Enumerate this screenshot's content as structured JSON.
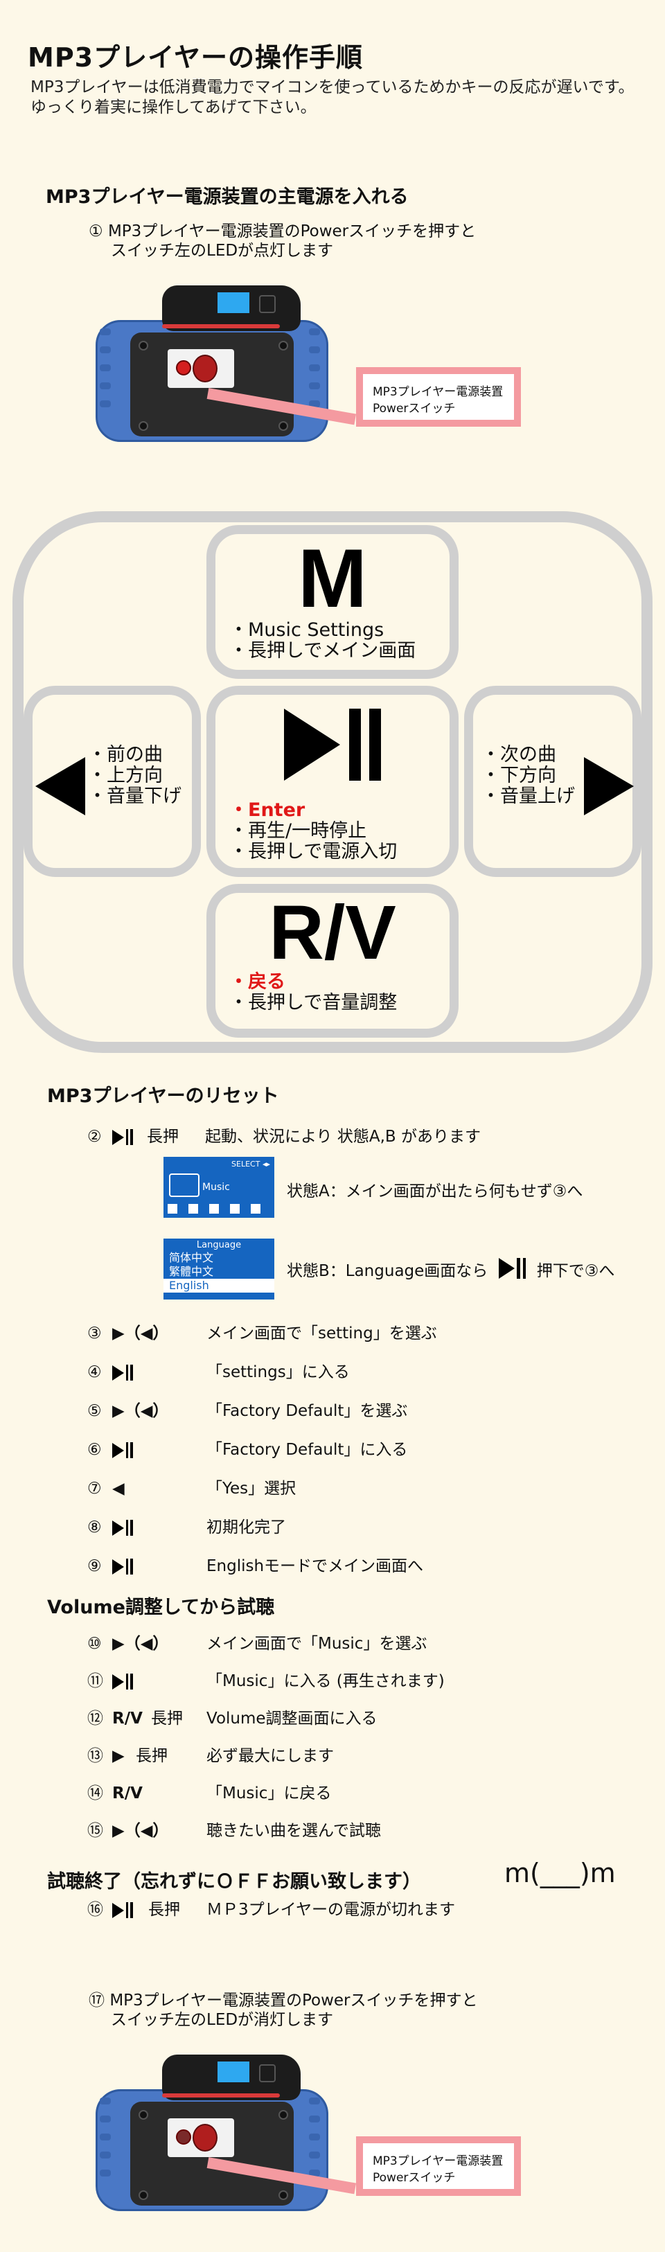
{
  "title": "MP3プレイヤーの操作手順",
  "intro": "MP3プレイヤーは低消費電力でマイコンを使っているためかキーの反応が遅いです。ゆっくり着実に操作してあげて下さい。",
  "section_power": {
    "heading": "MP3プレイヤー電源装置の主電源を入れる",
    "step_num": "①",
    "step_text_1": "MP3プレイヤー電源装置のPowerスイッチを押すと",
    "step_text_2": "スイッチ左のLEDが点灯します",
    "callout_1": "MP3プレイヤー電源装置",
    "callout_2": "Powerスイッチ"
  },
  "controller": {
    "m_letter": "M",
    "m_line1": "・Music Settings",
    "m_line2": "・長押しでメイン画面",
    "left_line1": "・前の曲",
    "left_line2": "・上方向",
    "left_line3": "・音量下げ",
    "center_enter": "・Enter",
    "center_line2": "・再生/一時停止",
    "center_line3": "・長押しで電源入切",
    "right_line1": "・次の曲",
    "right_line2": "・下方向",
    "right_line3": "・音量上げ",
    "rv_letter": "R/V",
    "rv_back": "・戻る",
    "rv_line2": "・長押しで音量調整"
  },
  "reset": {
    "heading": "MP3プレイヤーのリセット",
    "step2_num": "②",
    "step2_hold": "長押",
    "step2_text": "起動、状況により 状態A,B があります",
    "lcd_a_top": "SELECT ◂▸",
    "lcd_a_label": "Music",
    "state_a": "状態A：メイン画面が出たら何もせず③へ",
    "lcd_b_title": "Language",
    "lcd_b_opt1": "简体中文",
    "lcd_b_opt2": "繁體中文",
    "lcd_b_opt3": "English",
    "state_b_1": "状態B：Language画面なら",
    "state_b_2": "押下で③へ",
    "steps": [
      {
        "num": "③",
        "sym": "▶（◀）",
        "text": "メイン画面で「setting」を選ぶ"
      },
      {
        "num": "④",
        "sym": "",
        "text": "「settings」に入る"
      },
      {
        "num": "⑤",
        "sym": "▶（◀）",
        "text": "「Factory Default」を選ぶ"
      },
      {
        "num": "⑥",
        "sym": "",
        "text": "「Factory Default」に入る"
      },
      {
        "num": "⑦",
        "sym": "◀",
        "text": "「Yes」選択"
      },
      {
        "num": "⑧",
        "sym": "",
        "text": "初期化完了"
      },
      {
        "num": "⑨",
        "sym": "",
        "text": "Englishモードでメイン画面へ"
      }
    ]
  },
  "volume": {
    "heading": "Volume調整してから試聴",
    "steps": [
      {
        "num": "⑩",
        "sym": "▶（◀）",
        "extra": "",
        "text": "メイン画面で「Music」を選ぶ"
      },
      {
        "num": "⑪",
        "sym": "",
        "extra": "",
        "text": "「Music」に入る (再生されます)"
      },
      {
        "num": "⑫",
        "sym": "R/V",
        "extra": "長押",
        "text": "Volume調整画面に入る"
      },
      {
        "num": "⑬",
        "sym": "▶",
        "extra": "長押",
        "text": "必ず最大にします"
      },
      {
        "num": "⑭",
        "sym": "R/V",
        "extra": "",
        "text": "「Music」に戻る"
      },
      {
        "num": "⑮",
        "sym": "▶（◀）",
        "extra": "",
        "text": "聴きたい曲を選んで試聴"
      }
    ]
  },
  "end": {
    "heading": "試聴終了（忘れずにＯＦＦお願い致します）",
    "emote": "m(___)m",
    "step16_num": "⑯",
    "step16_hold": "長押",
    "step16_text": "ＭＰ3プレイヤーの電源が切れます",
    "step17_num": "⑰",
    "step17_text_1": "MP3プレイヤー電源装置のPowerスイッチを押すと",
    "step17_text_2": "スイッチ左のLEDが消灯します",
    "callout_1": "MP3プレイヤー電源装置",
    "callout_2": "Powerスイッチ"
  }
}
